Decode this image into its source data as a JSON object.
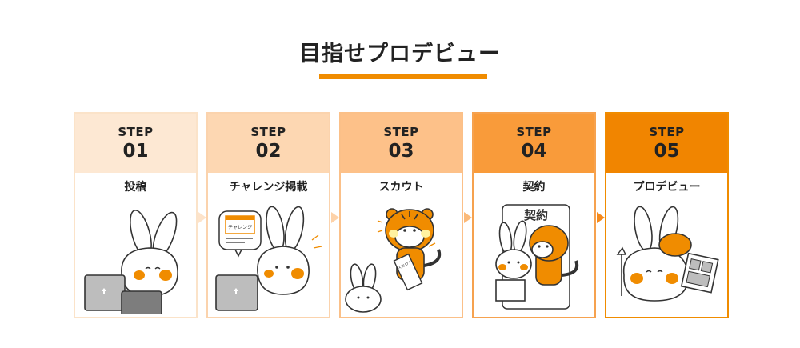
{
  "header": {
    "title": "目指せプロデビュー"
  },
  "steps": [
    {
      "label": "STEP",
      "number": "01",
      "name": "投稿",
      "head_color": "#fde8d3",
      "border_color": "#fbe3c9"
    },
    {
      "label": "STEP",
      "number": "02",
      "name": "チャレンジ掲載",
      "head_color": "#fdd7b2",
      "border_color": "#fbd3ad"
    },
    {
      "label": "STEP",
      "number": "03",
      "name": "スカウト",
      "head_color": "#fdc189",
      "border_color": "#fbc088"
    },
    {
      "label": "STEP",
      "number": "04",
      "name": "契約",
      "head_color": "#f99b3a",
      "border_color": "#f6a24f"
    },
    {
      "label": "STEP",
      "number": "05",
      "name": "プロデビュー",
      "head_color": "#f18500",
      "border_color": "#f08c00"
    }
  ],
  "illustrations": {
    "step2_bubble_text": "チャレンジ",
    "step3_paper_text": "スカウト",
    "step4_sign_text": "契約"
  },
  "arrow_colors": [
    "#fde3ca",
    "#fdd2a9",
    "#fbb978",
    "#f58a1c"
  ]
}
